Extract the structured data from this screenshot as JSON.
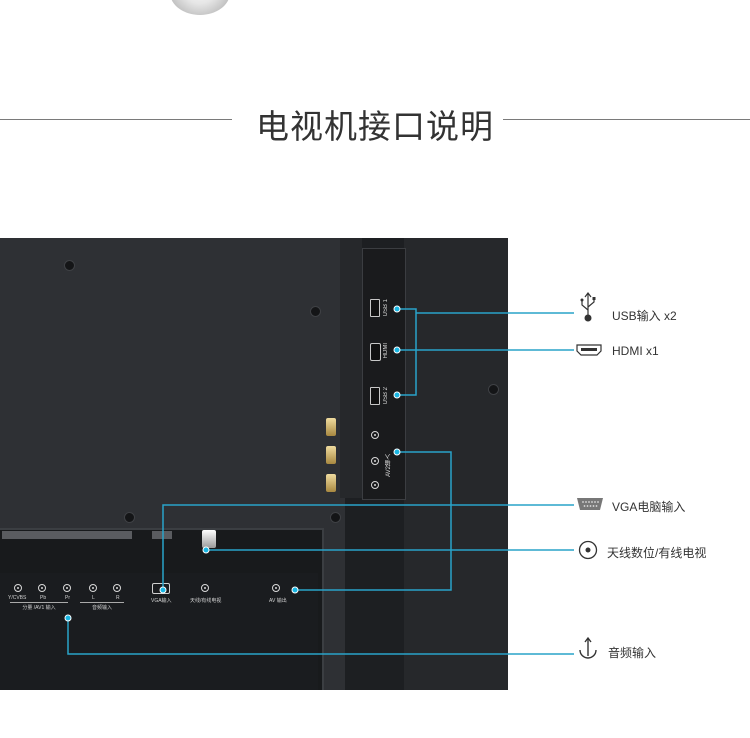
{
  "header": {
    "title": "电视机接口说明"
  },
  "tv_labels": {
    "usb1": "USB 1",
    "hdmi": "HDMI",
    "usb2": "USB 2",
    "av2_in": "AV2输入",
    "ycvbs": "Y/CVBS",
    "pb": "Pb",
    "pr": "Pr",
    "l": "L",
    "r": "R",
    "component_in": "分量 /AV1 输入",
    "audio_in": "音频输入",
    "vga_in": "VGA输入",
    "antenna": "天线/有线电视",
    "av_out": "AV 输出"
  },
  "callouts": {
    "usb": "USB输入 x2",
    "hdmi": "HDMI x1",
    "vga": "VGA电脑输入",
    "antenna": "天线数位/有线电视",
    "audio": "音频输入"
  },
  "colors": {
    "accent": "#29a3c9",
    "dot": "#19b6e3"
  }
}
